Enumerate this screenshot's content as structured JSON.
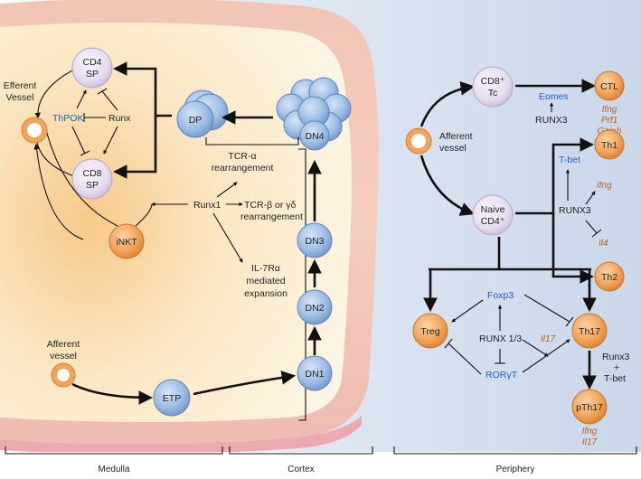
{
  "colors": {
    "blue_cell": "#8fb3df",
    "orange_cell": "#f0a45a",
    "lilac_cell": "#e6dcef",
    "blue_text": "#1f5fbf",
    "gene_text": "#b5651d",
    "thymus_outer": "#f4c9b8",
    "thymus_inner": "#fdf3d9",
    "periphery_bg": "#dde6f2"
  },
  "sections": {
    "medulla": "Medulla",
    "cortex": "Cortex",
    "periphery": "Periphery"
  },
  "thymus": {
    "efferent_vessel": [
      "Efferent",
      "Vessel"
    ],
    "afferent_vessel": [
      "Afferent",
      "vessel"
    ],
    "cd4sp": [
      "CD4",
      "SP"
    ],
    "cd8sp": [
      "CD8",
      "SP"
    ],
    "thpok": "ThPOK",
    "runx": "Runx",
    "inkt": "iNKT",
    "dp": "DP",
    "dn4": "DN4",
    "dn3": "DN3",
    "dn2": "DN2",
    "dn1": "DN1",
    "etp": "ETP",
    "runx1": "Runx1",
    "tcr_alpha": [
      "TCR-α",
      "rearrangement"
    ],
    "tcr_beta": [
      "TCR-β or γδ",
      "rearrangement"
    ],
    "il7": [
      "IL-7Rα",
      "mediated",
      "expansion"
    ]
  },
  "periphery": {
    "afferent_vessel": [
      "Afferent",
      "vessel"
    ],
    "cd8tc": [
      "CD8⁺",
      "Tc"
    ],
    "eomes": "Eomes",
    "runx3": "RUNX3",
    "ctl": "CTL",
    "ctl_genes": [
      "Ifng",
      "Prf1",
      "Gzmb"
    ],
    "naive_cd4": [
      "Naive",
      "CD4⁺"
    ],
    "tbet": "T-bet",
    "th1": "Th1",
    "ifng": "Ifng",
    "il4": "Il4",
    "th2": "Th2",
    "foxp3": "Foxp3",
    "runx13": "RUNX 1/3",
    "rorgt": "RORγT",
    "treg": "Treg",
    "il17": "Il17",
    "th17": "Th17",
    "runx3_tbet": [
      "Runx3",
      "+",
      "T-bet"
    ],
    "pth17": "pTh17",
    "pth17_genes": [
      "Ifng",
      "Il17"
    ]
  }
}
